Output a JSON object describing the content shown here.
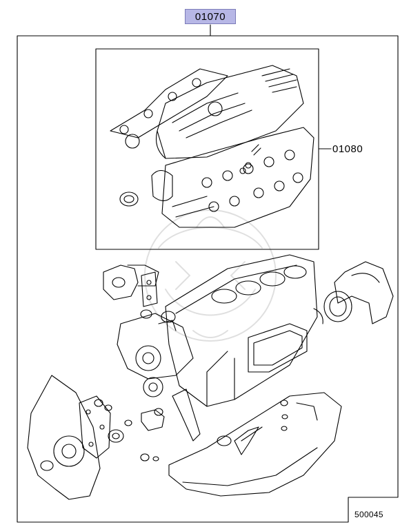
{
  "diagram": {
    "main_part_number": "01070",
    "sub_part_number": "01080",
    "figure_number": "500045"
  }
}
